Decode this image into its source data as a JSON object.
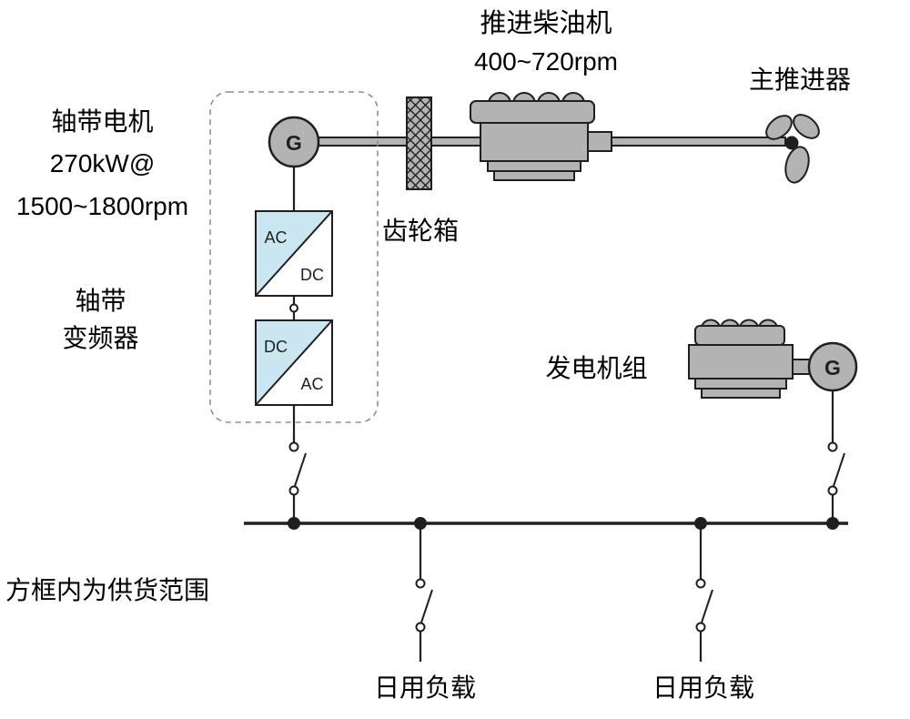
{
  "labels": {
    "propulsion_engine": {
      "name": "推进柴油机",
      "rpm": "400~720rpm"
    },
    "main_propeller": "主推进器",
    "shaft_motor": {
      "line1": "轴带电机",
      "line2": "270kW@",
      "line3": "1500~1800rpm"
    },
    "gearbox": "齿轮箱",
    "shaft_converter": {
      "line1": "轴带",
      "line2": "变频器"
    },
    "generator_set": "发电机组",
    "scope_note": "方框内为供货范围",
    "daily_load_left": "日用负载",
    "daily_load_right": "日用负载"
  },
  "symbols": {
    "shaft_generator_letter": "G",
    "genset_generator_letter": "G",
    "converter_top": {
      "upper_label": "AC",
      "lower_label": "DC"
    },
    "converter_bottom": {
      "upper_label": "DC",
      "lower_label": "AC"
    }
  },
  "colors": {
    "machine_fill": "#b3b3b3",
    "outline": "#1f1f1f",
    "converter_highlight": "#c9e6f1",
    "dashed_box_stroke": "#8f8f8f",
    "background": "#ffffff",
    "text": "#000000"
  }
}
